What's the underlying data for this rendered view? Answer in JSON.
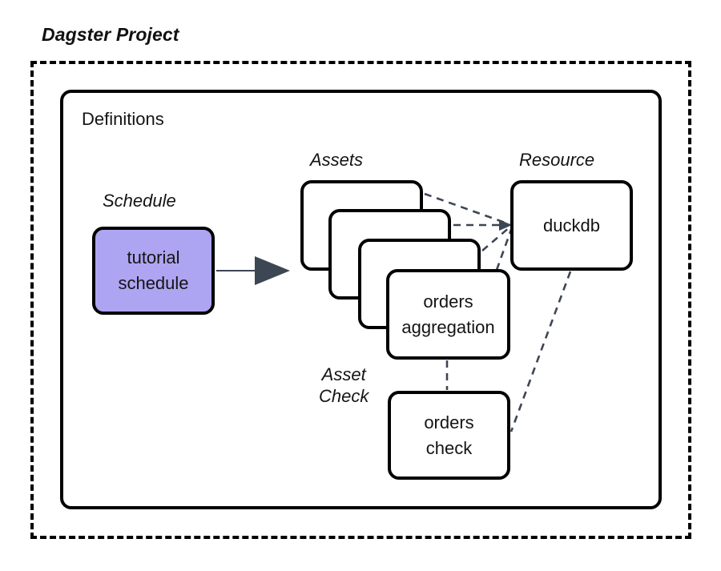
{
  "diagram": {
    "title": "Dagster Project",
    "background_color": "#ffffff",
    "stroke_color": "#000000",
    "edge_color": "#3d4653",
    "accent_color": "#ada5f2"
  },
  "outer_container": {
    "label": "Dagster Project",
    "border_style": "dashed"
  },
  "inner_container": {
    "label": "Definitions",
    "border_style": "solid"
  },
  "captions": {
    "schedule": "Schedule",
    "assets": "Assets",
    "resource": "Resource",
    "asset_check_line1": "Asset",
    "asset_check_line2": "Check"
  },
  "nodes": {
    "schedule": {
      "line1": "tutorial",
      "line2": "schedule",
      "fill": "#ada5f2"
    },
    "asset_cards": [
      {
        "label": ""
      },
      {
        "label": ""
      },
      {
        "label": ""
      },
      {
        "line1": "orders",
        "line2": "aggregation"
      }
    ],
    "resource": {
      "label": "duckdb"
    },
    "asset_check": {
      "line1": "orders",
      "line2": "check"
    }
  },
  "edges": [
    {
      "name": "schedule-to-assets",
      "style": "solid-arrow",
      "from": "tutorial schedule",
      "to": "assets"
    },
    {
      "name": "asset-card-1-to-duckdb",
      "style": "dashed",
      "from": "asset card 1",
      "to": "duckdb"
    },
    {
      "name": "asset-card-2-to-duckdb",
      "style": "dashed",
      "from": "asset card 2",
      "to": "duckdb"
    },
    {
      "name": "asset-card-3-to-duckdb",
      "style": "dashed",
      "from": "asset card 3",
      "to": "duckdb"
    },
    {
      "name": "orders-aggregation-to-duckdb",
      "style": "dashed",
      "from": "orders aggregation",
      "to": "duckdb"
    },
    {
      "name": "orders-aggregation-to-orders-check",
      "style": "dashed",
      "from": "orders aggregation",
      "to": "orders check"
    },
    {
      "name": "duckdb-to-orders-check",
      "style": "dashed",
      "from": "duckdb",
      "to": "orders check"
    }
  ]
}
